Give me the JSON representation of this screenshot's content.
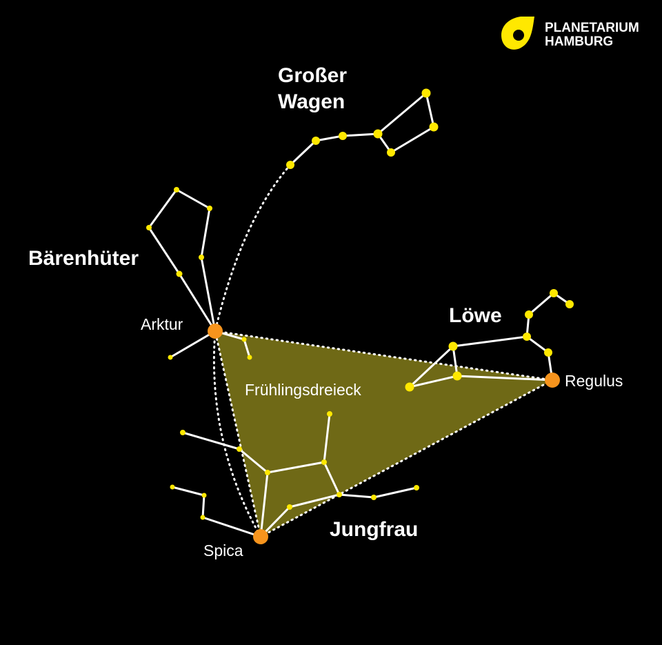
{
  "logo": {
    "line1": "PLANETARIUM",
    "line2": "HAMBURG",
    "color": "#ffe800"
  },
  "constellations": {
    "grosser_wagen": [
      "Großer",
      "Wagen"
    ],
    "baerenhueter": "Bärenhüter",
    "loewe": "Löwe",
    "jungfrau": "Jungfrau"
  },
  "stars": {
    "arktur": "Arktur",
    "regulus": "Regulus",
    "spica": "Spica"
  },
  "asterism": {
    "name": "Frühlingsdreieck",
    "fill_color": "#6f6916"
  },
  "colors": {
    "background": "#000000",
    "star": "#ffe800",
    "bright_star": "#f7941d",
    "line": "#ffffff"
  }
}
